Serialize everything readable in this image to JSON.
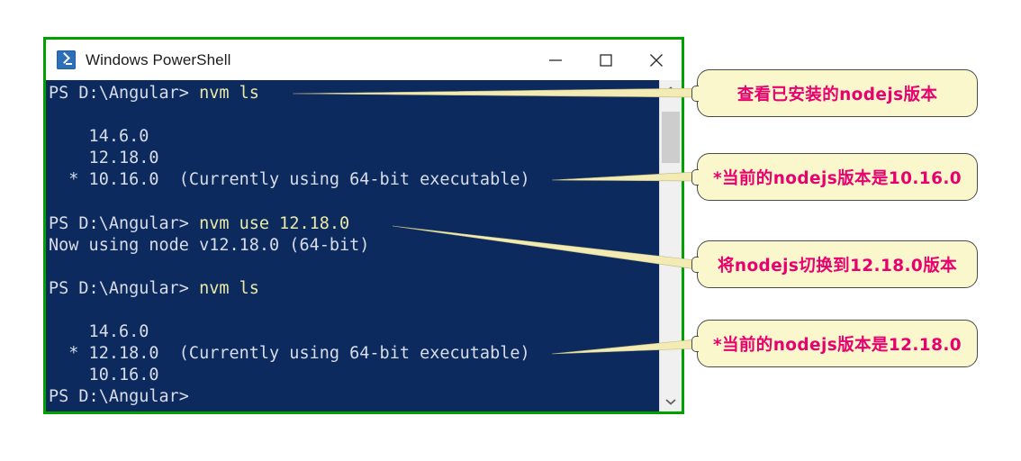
{
  "window": {
    "title": "Windows PowerShell",
    "icon": "powershell-icon",
    "border_color": "#00a000",
    "console_bg": "#0c2a5e",
    "controls": [
      {
        "name": "minimize",
        "glyph": "—"
      },
      {
        "name": "maximize",
        "glyph": "□"
      },
      {
        "name": "close",
        "glyph": "✕"
      }
    ]
  },
  "console": {
    "prompt_color": "#d8dde8",
    "command_color": "#eaeaa8",
    "lines": [
      {
        "type": "prompt",
        "prompt": "PS D:\\Angular> ",
        "command": "nvm ls"
      },
      {
        "type": "blank",
        "text": ""
      },
      {
        "type": "output",
        "text": "    14.6.0"
      },
      {
        "type": "output",
        "text": "    12.18.0"
      },
      {
        "type": "output",
        "text": "  * 10.16.0  (Currently using 64-bit executable)"
      },
      {
        "type": "blank",
        "text": ""
      },
      {
        "type": "prompt",
        "prompt": "PS D:\\Angular> ",
        "command": "nvm use 12.18.0"
      },
      {
        "type": "output",
        "text": "Now using node v12.18.0 (64-bit)"
      },
      {
        "type": "blank",
        "text": ""
      },
      {
        "type": "prompt",
        "prompt": "PS D:\\Angular> ",
        "command": "nvm ls"
      },
      {
        "type": "blank",
        "text": ""
      },
      {
        "type": "output",
        "text": "    14.6.0"
      },
      {
        "type": "output",
        "text": "  * 12.18.0  (Currently using 64-bit executable)"
      },
      {
        "type": "output",
        "text": "    10.16.0"
      },
      {
        "type": "prompt",
        "prompt": "PS D:\\Angular>",
        "command": ""
      }
    ]
  },
  "scrollbar": {
    "up_arrow": "chevron-up",
    "down_arrow": "chevron-down",
    "thumb_color": "#cdcdcd",
    "track_color": "#f0f0f0"
  },
  "callouts": [
    {
      "id": 1,
      "text": "查看已安装的nodejs版本"
    },
    {
      "id": 2,
      "text": "*当前的nodejs版本是10.16.0"
    },
    {
      "id": 3,
      "text": "将nodejs切换到12.18.0版本"
    },
    {
      "id": 4,
      "text": "*当前的nodejs版本是12.18.0"
    }
  ],
  "annotation_style": {
    "fill": "#fbf7cd",
    "border": "#4b4b4b",
    "text_color": "#e8006e"
  }
}
